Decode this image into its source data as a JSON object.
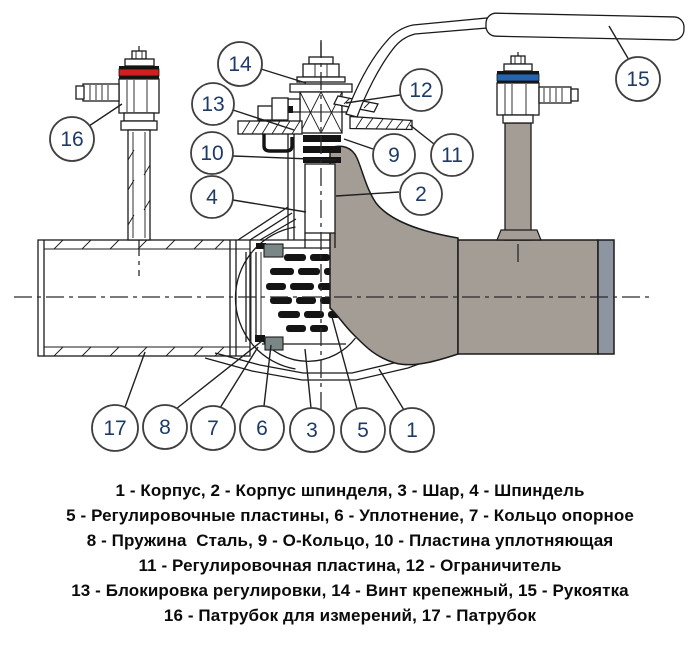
{
  "diagram": {
    "type": "technical-drawing",
    "subject": "Ball valve cross-section with numbered part callouts",
    "callouts": [
      {
        "label": "1"
      },
      {
        "label": "2"
      },
      {
        "label": "3"
      },
      {
        "label": "4"
      },
      {
        "label": "5"
      },
      {
        "label": "6"
      },
      {
        "label": "7"
      },
      {
        "label": "8"
      },
      {
        "label": "9"
      },
      {
        "label": "10"
      },
      {
        "label": "11"
      },
      {
        "label": "12"
      },
      {
        "label": "13"
      },
      {
        "label": "14"
      },
      {
        "label": "15"
      },
      {
        "label": "16"
      },
      {
        "label": "17"
      }
    ]
  },
  "legend": {
    "lines": [
      "1 - Корпус, 2 - Корпус шпинделя, 3 - Шар, 4 - Шпиндель",
      "5 - Регулировочные пластины, 6 - Уплотнение, 7 - Кольцо опорное",
      "8 - Пружина  Сталь, 9 - О-Кольцо, 10 - Пластина уплотняющая",
      "11 - Регулировочная пластина, 12 - Ограничитель",
      "13 - Блокировка регулировки, 14 - Винт крепежный, 15 - Рукоятка",
      "16 - Патрубок для измерений, 17 - Патрубок"
    ]
  },
  "colors": {
    "body_gray": "#a49d96",
    "end_cap_gray": "#8d96a0",
    "seat_gray": "#798886",
    "red_band": "#cf1f1f",
    "blue_band": "#2565b0",
    "callout_text": "#1e3a66",
    "line": "#1b1b1b"
  }
}
